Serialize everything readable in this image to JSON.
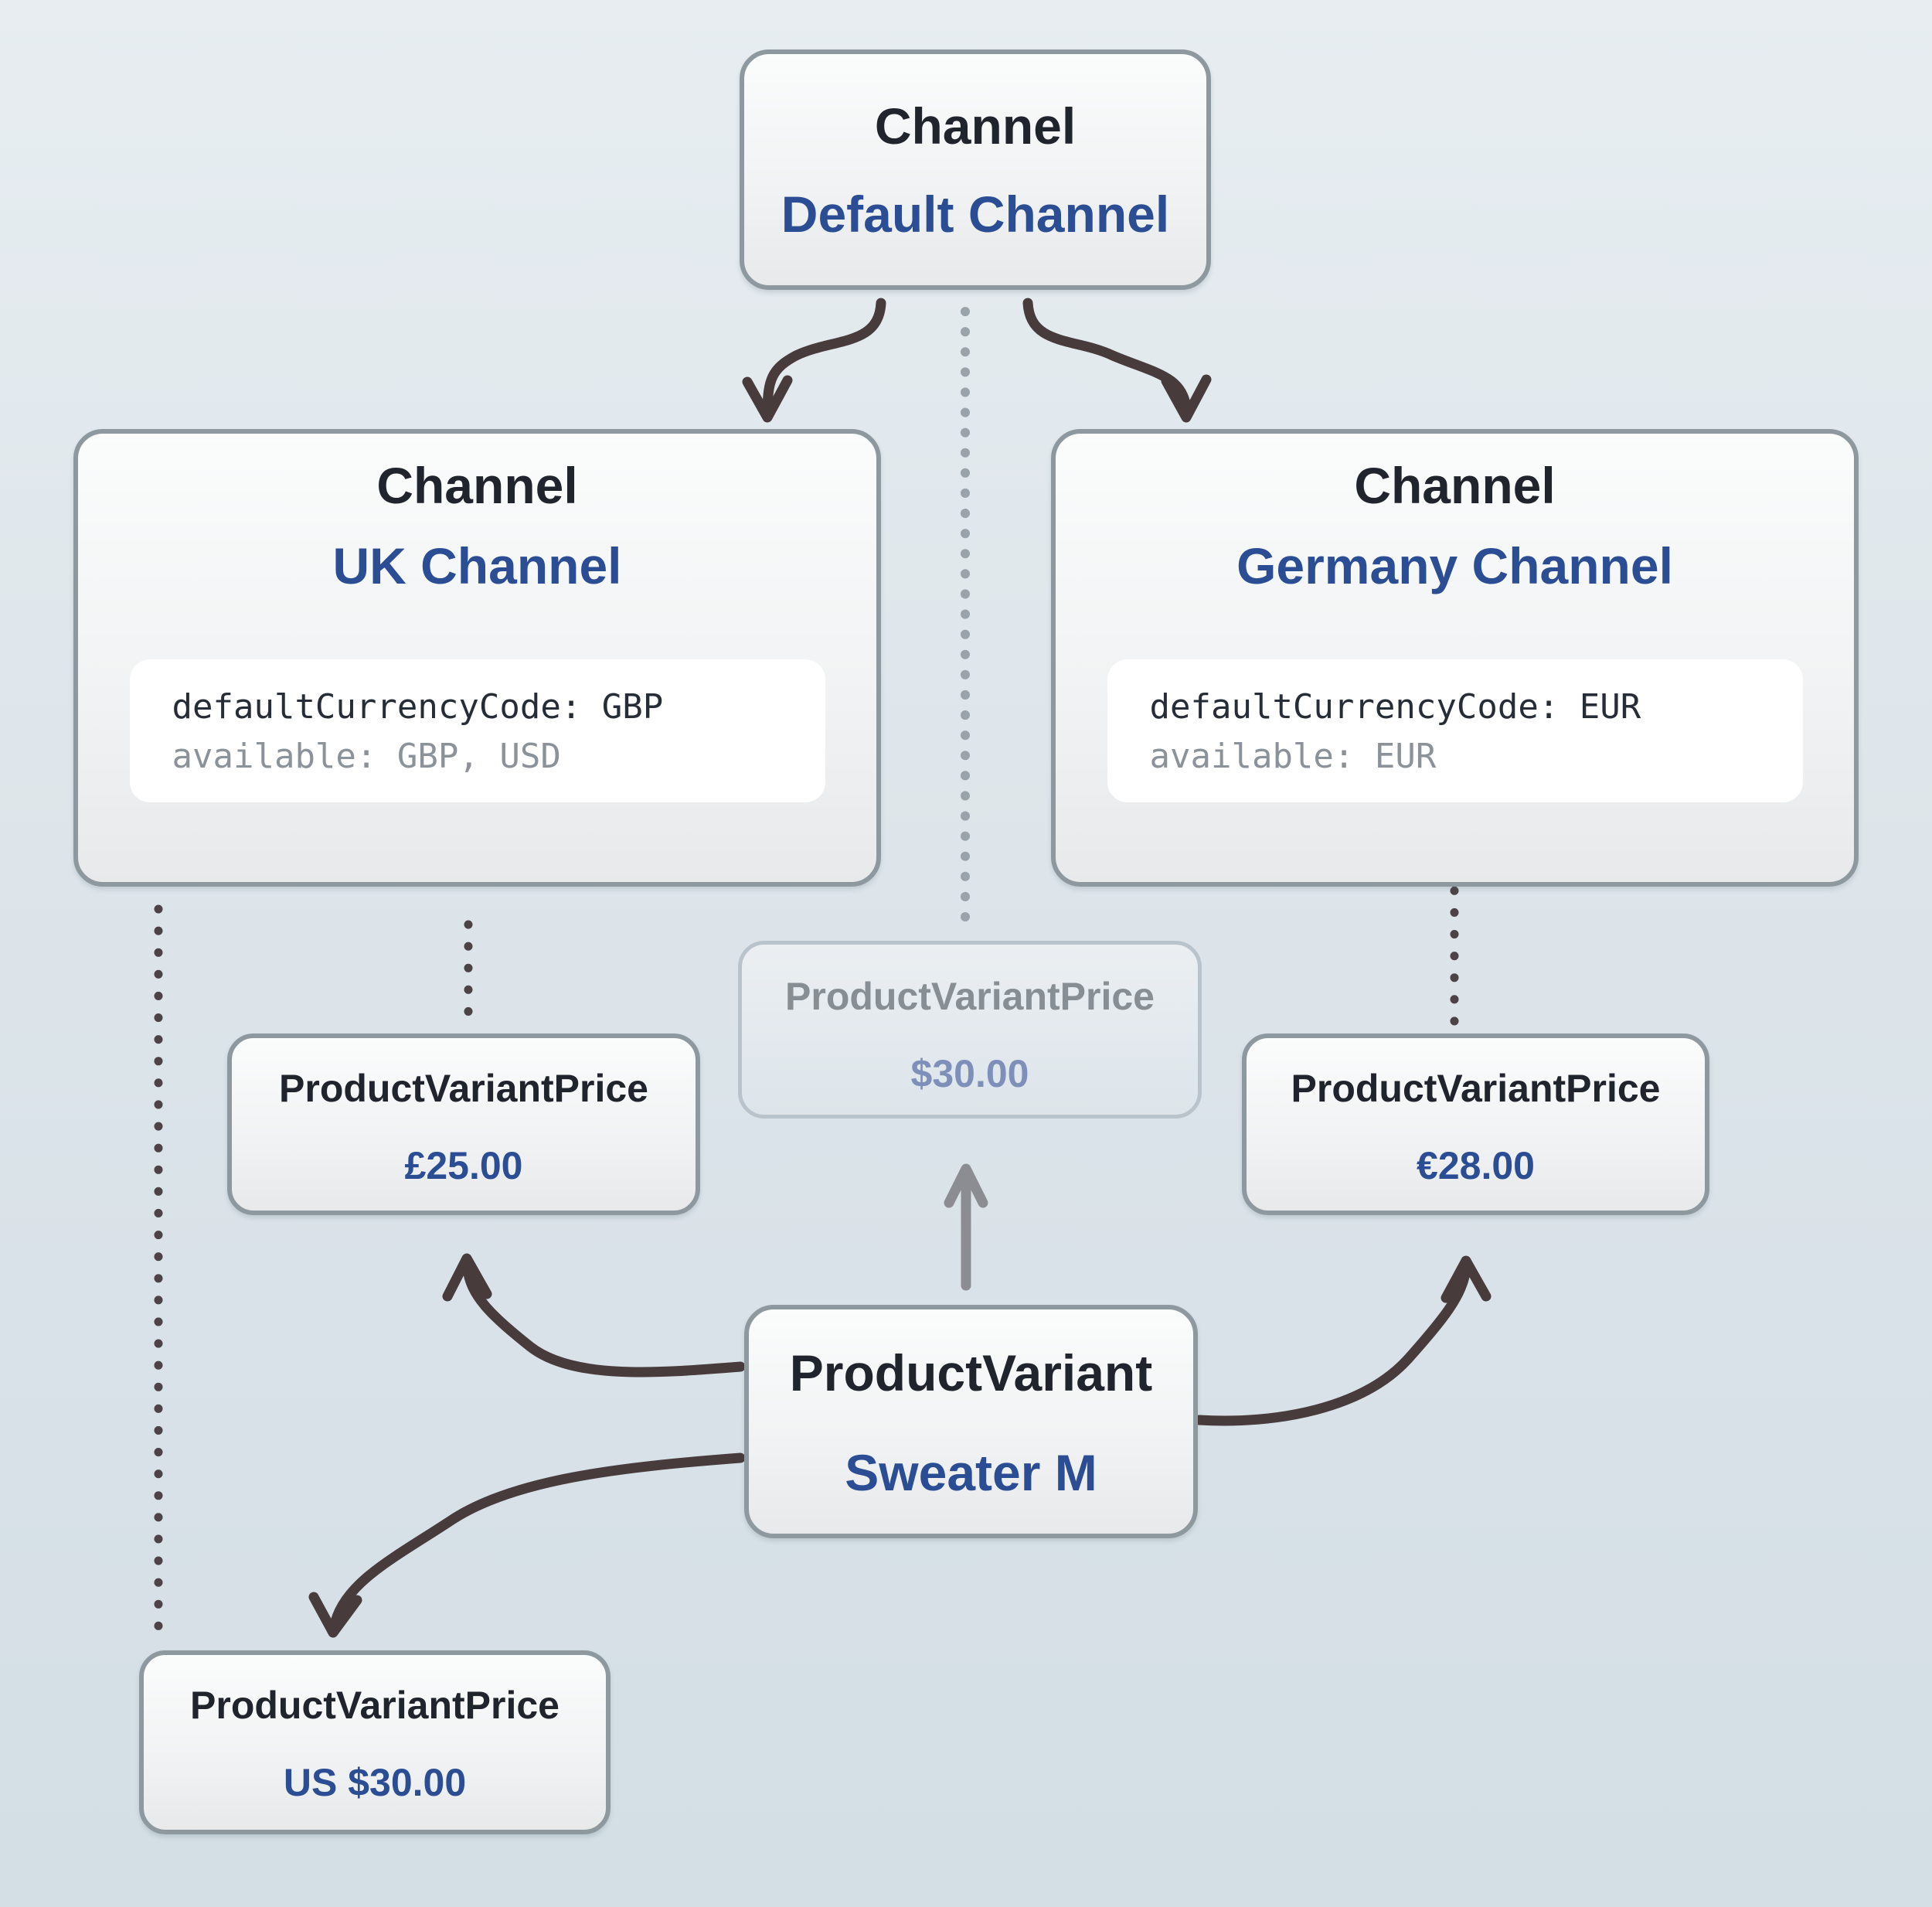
{
  "diagram": {
    "nodes": {
      "default_channel": {
        "type_label": "Channel",
        "name": "Default Channel"
      },
      "uk_channel": {
        "type_label": "Channel",
        "name": "UK Channel",
        "code_line1": "defaultCurrencyCode: GBP",
        "code_line2": "available: GBP, USD"
      },
      "germany_channel": {
        "type_label": "Channel",
        "name": "Germany Channel",
        "code_line1": "defaultCurrencyCode: EUR",
        "code_line2": "available: EUR"
      },
      "default_price": {
        "type_label": "ProductVariantPrice",
        "value": "$30.00"
      },
      "uk_price": {
        "type_label": "ProductVariantPrice",
        "value": "£25.00"
      },
      "germany_price": {
        "type_label": "ProductVariantPrice",
        "value": "€28.00"
      },
      "usd_price": {
        "type_label": "ProductVariantPrice",
        "value": "US $30.00"
      },
      "product_variant": {
        "type_label": "ProductVariant",
        "name": "Sweater M"
      }
    },
    "edges": [
      {
        "from": "default_channel",
        "to": "uk_channel",
        "style": "solid-curved-arrow"
      },
      {
        "from": "default_channel",
        "to": "germany_channel",
        "style": "solid-curved-arrow"
      },
      {
        "from": "default_channel",
        "to": "default_price",
        "style": "dotted-gray"
      },
      {
        "from": "uk_channel",
        "to": "uk_price",
        "style": "dotted-dark"
      },
      {
        "from": "uk_channel",
        "to": "usd_price",
        "style": "dotted-dark"
      },
      {
        "from": "germany_channel",
        "to": "germany_price",
        "style": "dotted-dark"
      },
      {
        "from": "product_variant",
        "to": "default_price",
        "style": "solid-gray-arrow"
      },
      {
        "from": "product_variant",
        "to": "uk_price",
        "style": "solid-curved-arrow"
      },
      {
        "from": "product_variant",
        "to": "germany_price",
        "style": "solid-curved-arrow"
      },
      {
        "from": "product_variant",
        "to": "usd_price",
        "style": "solid-curved-arrow"
      }
    ]
  },
  "colors": {
    "accent_blue": "#2a4d94",
    "dark_text": "#20252d",
    "muted_blue": "#7e90ba",
    "muted_gray_text": "#878e94",
    "code_gray": "#8b9299",
    "arrow_dark": "#483b3c",
    "arrow_gray": "#8b8d92",
    "dot_gray": "#9aa3a9",
    "dot_dark": "#4d4246",
    "node_border": "#8e999f",
    "faded_border": "#b9c3cb"
  }
}
